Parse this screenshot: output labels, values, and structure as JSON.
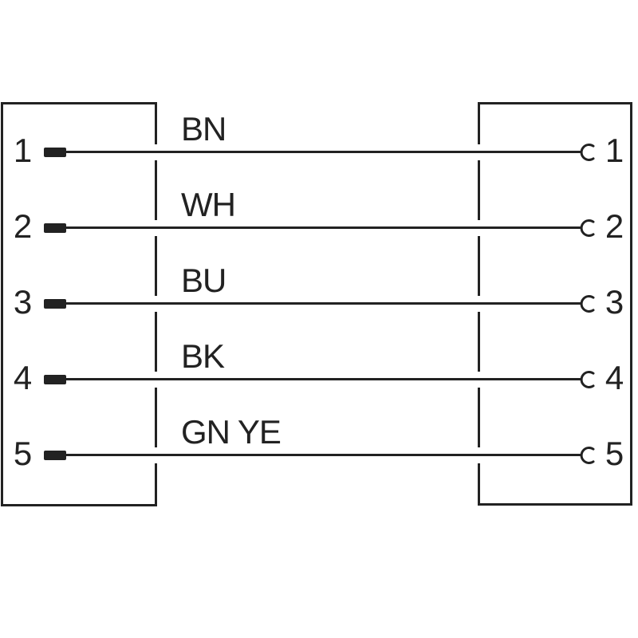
{
  "page": {
    "background_color": "#ffffff",
    "line_color": "#222222"
  },
  "diagram": {
    "type": "cable-pinout-wiring",
    "description": "5-pole cable wiring diagram: male pin terminals (left connector) wired one-to-one to female socket contacts (right connector), wires labelled with conductor color codes",
    "left_connector": {
      "contact_style": "pin-terminal (filled rectangle)",
      "pins": [
        "1",
        "2",
        "3",
        "4",
        "5"
      ]
    },
    "right_connector": {
      "contact_style": "socket-contact (open arc)",
      "pins": [
        "1",
        "2",
        "3",
        "4",
        "5"
      ]
    },
    "wires": [
      {
        "left_pin": "1",
        "right_pin": "1",
        "label": "BN"
      },
      {
        "left_pin": "2",
        "right_pin": "2",
        "label": "WH"
      },
      {
        "left_pin": "3",
        "right_pin": "3",
        "label": "BU"
      },
      {
        "left_pin": "4",
        "right_pin": "4",
        "label": "BK"
      },
      {
        "left_pin": "5",
        "right_pin": "5",
        "label": "GN YE"
      }
    ],
    "icons": {
      "pin-terminal-icon": "filled black rectangle",
      "socket-contact-icon": "open arc facing right"
    }
  }
}
